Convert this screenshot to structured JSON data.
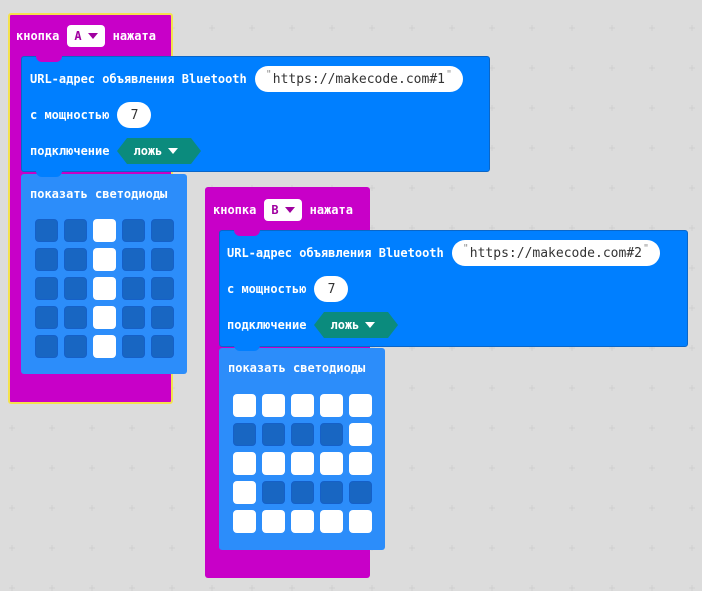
{
  "colors": {
    "event": "#c800c8",
    "radio": "#007fff",
    "led_block": "#2c8dfa",
    "boolean": "#0b8b7d",
    "selection": "#f4e24e",
    "led_on": "#ffffff",
    "led_off": "#1866c2"
  },
  "block_a": {
    "event_prefix": "кнопка",
    "button_value": "A",
    "event_suffix": "нажата",
    "url_label": "URL-адрес объявления Bluetooth",
    "url_value": "https://makecode.com#1",
    "power_label": "с мощностью",
    "power_value": "7",
    "connect_label": "подключение",
    "connect_value": "ложь",
    "leds_label": "показать светодиоды",
    "leds": [
      [
        0,
        0,
        1,
        0,
        0
      ],
      [
        0,
        0,
        1,
        0,
        0
      ],
      [
        0,
        0,
        1,
        0,
        0
      ],
      [
        0,
        0,
        1,
        0,
        0
      ],
      [
        0,
        0,
        1,
        0,
        0
      ]
    ]
  },
  "block_b": {
    "event_prefix": "кнопка",
    "button_value": "B",
    "event_suffix": "нажата",
    "url_label": "URL-адрес объявления Bluetooth",
    "url_value": "https://makecode.com#2",
    "power_label": "с мощностью",
    "power_value": "7",
    "connect_label": "подключение",
    "connect_value": "ложь",
    "leds_label": "показать светодиоды",
    "leds": [
      [
        1,
        1,
        1,
        1,
        1
      ],
      [
        0,
        0,
        0,
        0,
        1
      ],
      [
        1,
        1,
        1,
        1,
        1
      ],
      [
        1,
        0,
        0,
        0,
        0
      ],
      [
        1,
        1,
        1,
        1,
        1
      ]
    ]
  },
  "quote_char": "\""
}
